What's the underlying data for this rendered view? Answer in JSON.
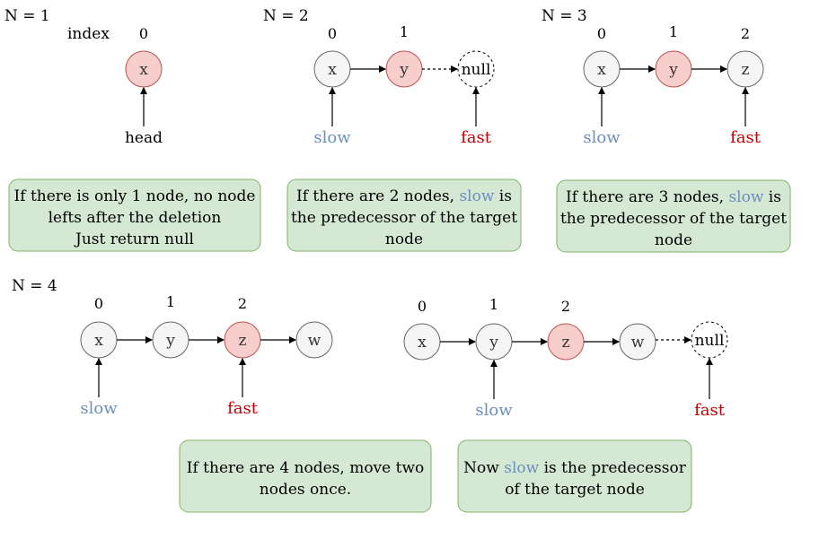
{
  "colors": {
    "node_fill": "#f5f5f5",
    "node_stroke": "#666666",
    "target_fill": "#f8cecc",
    "target_stroke": "#b85450",
    "slow": "#6c8ebf",
    "fast": "#c00000",
    "note_fill": "#d5e8d4",
    "note_stroke": "#82b366"
  },
  "labels": {
    "n1": "N = 1",
    "n2": "N = 2",
    "n3": "N = 3",
    "n4": "N = 4",
    "index": "index",
    "head": "head",
    "slow": "slow",
    "fast": "fast",
    "null": "null"
  },
  "indices": [
    "0",
    "1",
    "2"
  ],
  "nodes": {
    "x": "x",
    "y": "y",
    "z": "z",
    "w": "w"
  },
  "notes": {
    "n1": [
      "If there is only 1 node, no node",
      "lefts after the deletion",
      "Just return null"
    ],
    "n2": [
      "If there are 2 nodes, ",
      "slow",
      " is",
      "the predecessor of the target",
      "node"
    ],
    "n3": [
      "If there are 3 nodes, ",
      "slow",
      " is",
      "the predecessor of the target",
      "node"
    ],
    "n4a": [
      "If there are 4 nodes, move two",
      "nodes once."
    ],
    "n4b": [
      "Now ",
      "slow",
      " is the predecessor",
      "of the target node"
    ]
  }
}
